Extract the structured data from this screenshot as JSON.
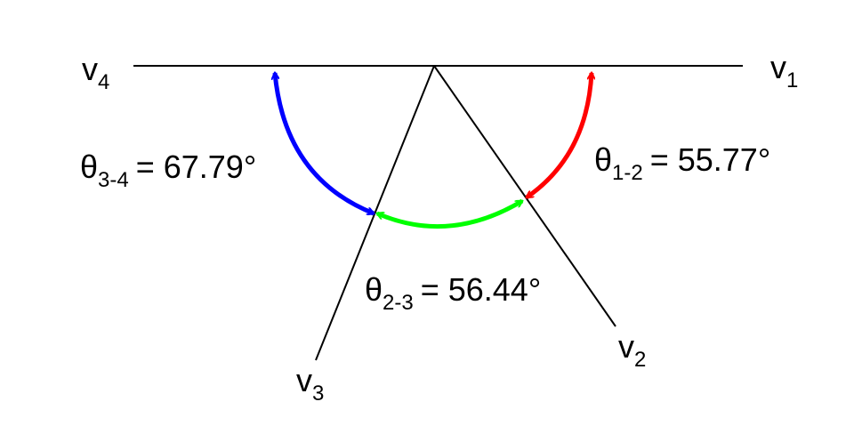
{
  "vectors": [
    {
      "id": "v1",
      "base": "v",
      "sub": "1"
    },
    {
      "id": "v2",
      "base": "v",
      "sub": "2"
    },
    {
      "id": "v3",
      "base": "v",
      "sub": "3"
    },
    {
      "id": "v4",
      "base": "v",
      "sub": "4"
    }
  ],
  "angles": [
    {
      "id": "theta-1-2",
      "symbol": "θ",
      "sub": "1-2",
      "value": "= 55.77°",
      "color": "#ff0000"
    },
    {
      "id": "theta-2-3",
      "symbol": "θ",
      "sub": "2-3",
      "value": "= 56.44°",
      "color": "#00ff00"
    },
    {
      "id": "theta-3-4",
      "symbol": "θ",
      "sub": "3-4",
      "value": "= 67.79°",
      "color": "#0000ff"
    }
  ],
  "line_color": "#000000"
}
